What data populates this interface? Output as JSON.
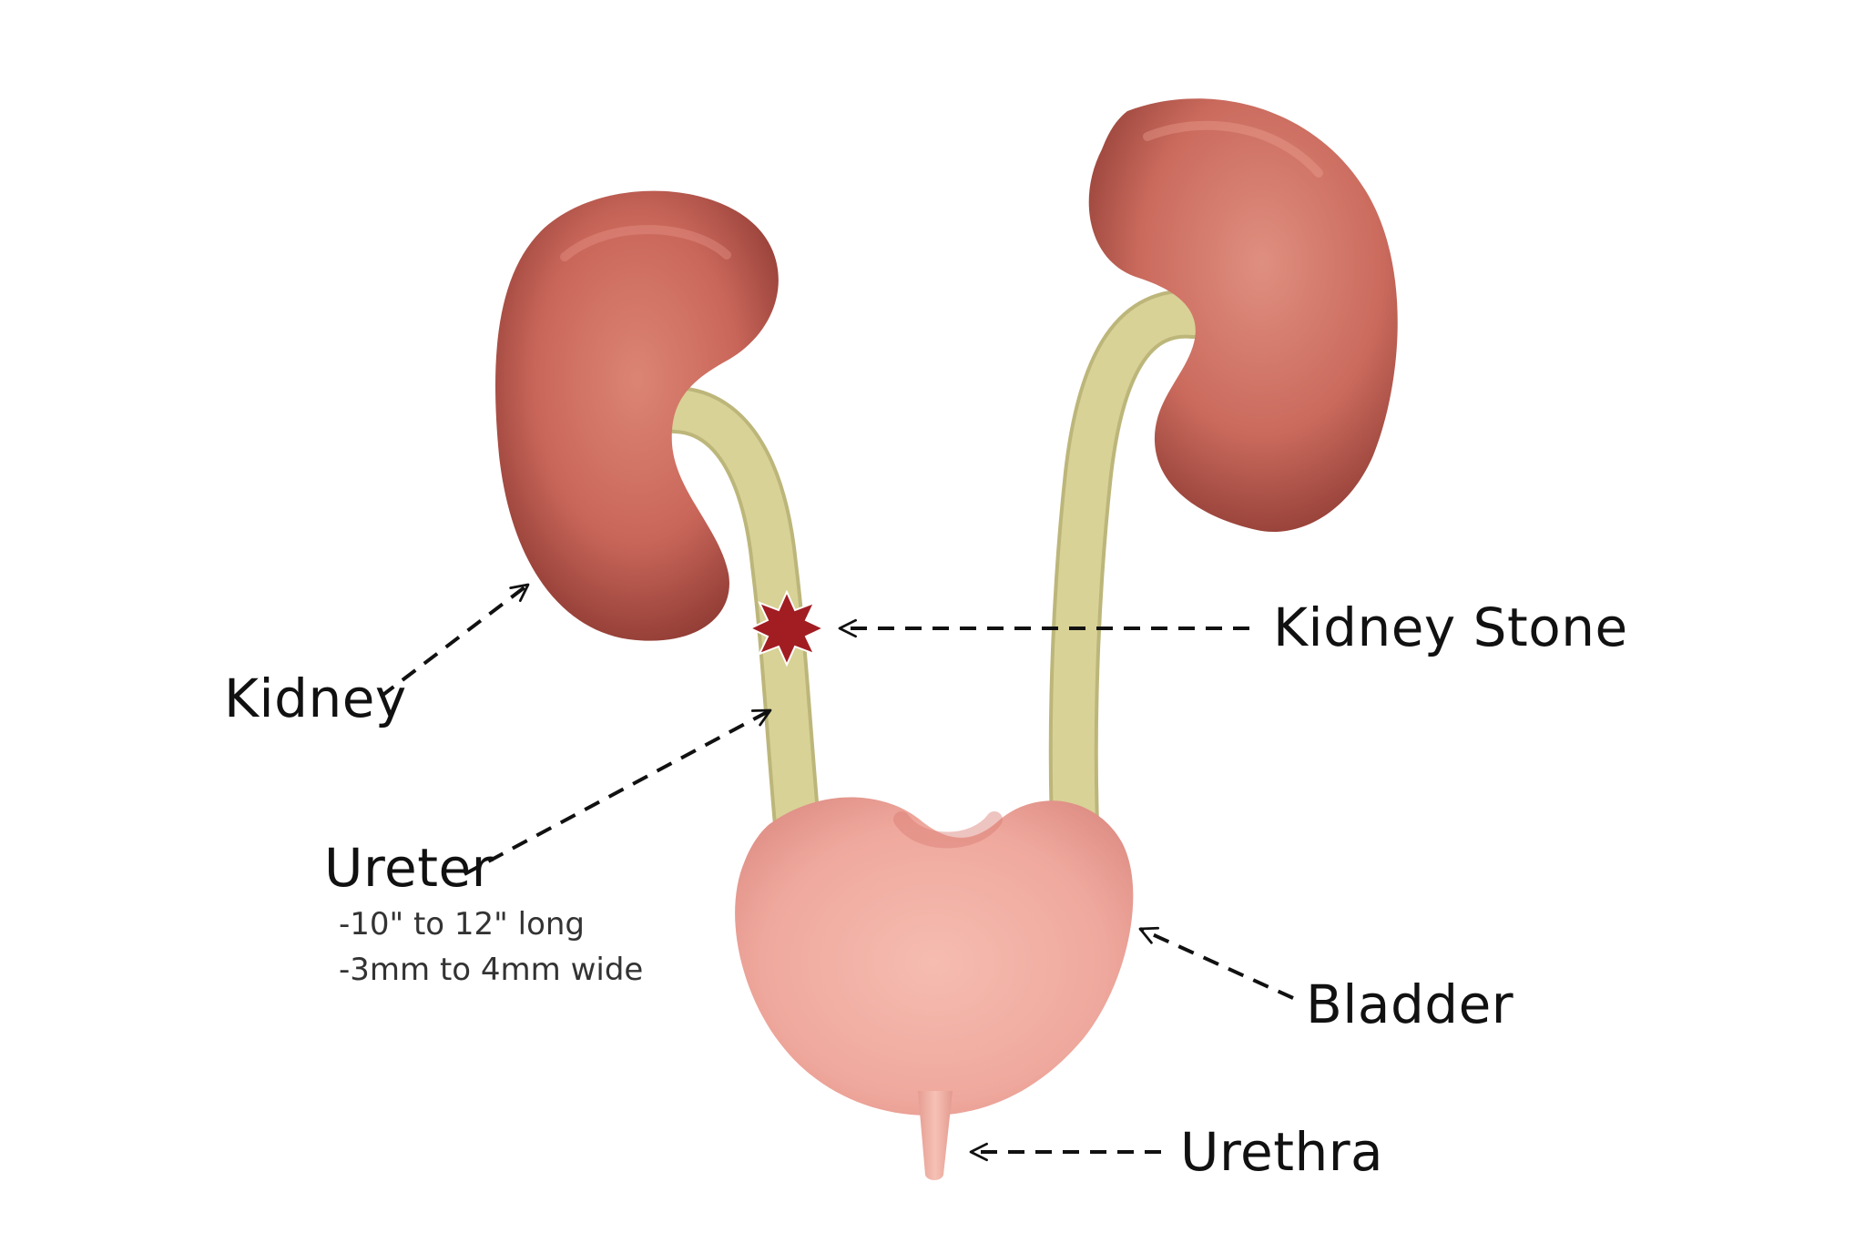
{
  "labels": {
    "kidney": "Kidney",
    "kidney_stone": "Kidney Stone",
    "ureter": "Ureter",
    "ureter_length": "-10\" to 12\" long",
    "ureter_width": "-3mm to 4mm wide",
    "bladder": "Bladder",
    "urethra": "Urethra"
  },
  "colors": {
    "kidney": "#c9665a",
    "kidney_highlight": "#e28f80",
    "kidney_shadow": "#8e3a33",
    "ureter": "#d8d296",
    "ureter_edge": "#bdb67a",
    "bladder": "#f0a99c",
    "bladder_dark": "#d97d73",
    "stone": "#a11d22",
    "line": "#111111"
  }
}
